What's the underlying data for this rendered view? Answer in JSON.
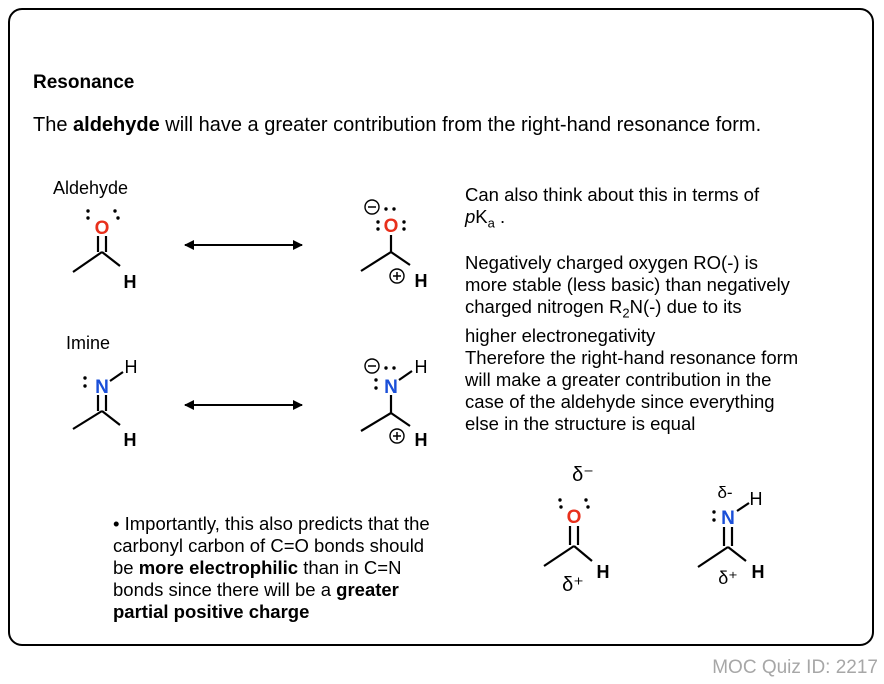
{
  "heading": "Resonance",
  "intro": {
    "pre": "The ",
    "bold": "aldehyde",
    "post": " will have a greater contribution from the right-hand resonance form."
  },
  "labels": {
    "aldehyde": "Aldehyde",
    "imine": "Imine"
  },
  "structures": {
    "oxygen": "O",
    "nitrogen": "N",
    "hydrogen": "H",
    "delta_minus": "δ⁻",
    "delta_minus_small": "δ-",
    "delta_plus": "δ⁺",
    "plus": "+",
    "minus": "−"
  },
  "colors": {
    "oxygen": "#e8301c",
    "nitrogen": "#1a4fd8",
    "frame": "#000000",
    "quiz": "#a7a7a7"
  },
  "right_text": {
    "p1_line1": "Can also think about this in terms of",
    "p1_pka_p": "p",
    "p1_pka_K": "K",
    "p1_pka_a": "a",
    "p1_end": " .",
    "p2_line1": "Negatively charged oxygen RO(-) is",
    "p2_line2": "more stable (less basic) than negatively",
    "p2_line3_pre": "charged nitrogen R",
    "p2_line3_sub": "2",
    "p2_line3_post": "N(-) due to its",
    "p2_line4": "higher electronegativity",
    "p2_line5": "Therefore the right-hand resonance form",
    "p2_line6": "will make a greater contribution in the",
    "p2_line7": "case of the aldehyde since everything",
    "p2_line8": "else in the structure is equal"
  },
  "bullet": {
    "line1": "• Importantly,  this also predicts that the",
    "line2": "carbonyl carbon of C=O bonds should",
    "line3_pre": "be ",
    "line3_bold": "more electrophilic",
    "line3_post": " than in C=N",
    "line4_pre": "bonds since there will be a ",
    "line4_bold": "greater",
    "line5_bold": "partial positive charge"
  },
  "quiz_id": "MOC Quiz ID: 2217"
}
